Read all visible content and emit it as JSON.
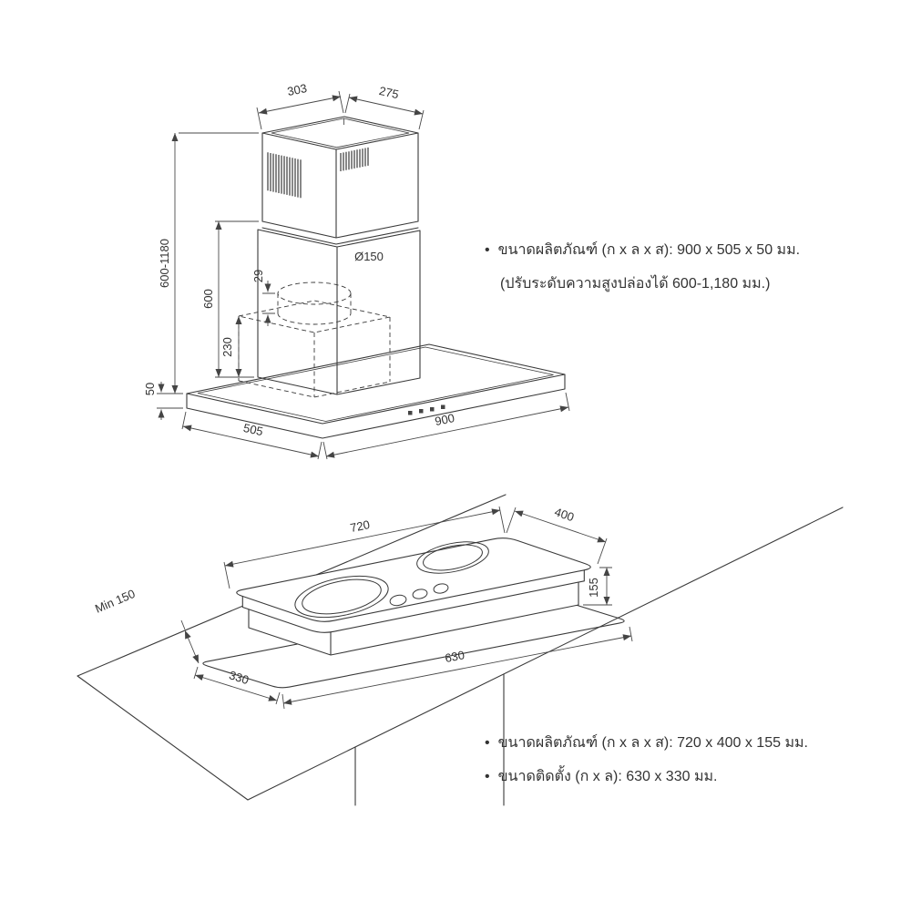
{
  "bullet": "•",
  "colors": {
    "line": "#3a3a3a",
    "dim": "#4a4a4a",
    "text": "#333333",
    "background": "#ffffff"
  },
  "hood": {
    "dims": {
      "chimney_top_width": "303",
      "chimney_top_depth": "275",
      "chimney_height_range": "600-1180",
      "chimney_lower_height": "600",
      "duct_diameter": "Ø150",
      "collar_height": "29",
      "housing_height": "230",
      "body_height": "50",
      "body_depth": "505",
      "body_width": "900"
    },
    "notes": [
      "ขนาดผลิตภัณฑ์ (ก x ล x ส): 900 x 505 x 50 มม.",
      "(ปรับระดับความสูงปล่องได้ 600-1,180 มม.)"
    ]
  },
  "hob": {
    "dims": {
      "width": "720",
      "depth": "400",
      "height": "155",
      "min_clearance": "Min 150",
      "cutout_width": "630",
      "cutout_depth": "330"
    },
    "notes": [
      "ขนาดผลิตภัณฑ์ (ก x ล x ส): 720 x 400 x 155 มม.",
      "ขนาดติดตั้ง (ก x ล): 630 x 330 มม."
    ]
  }
}
